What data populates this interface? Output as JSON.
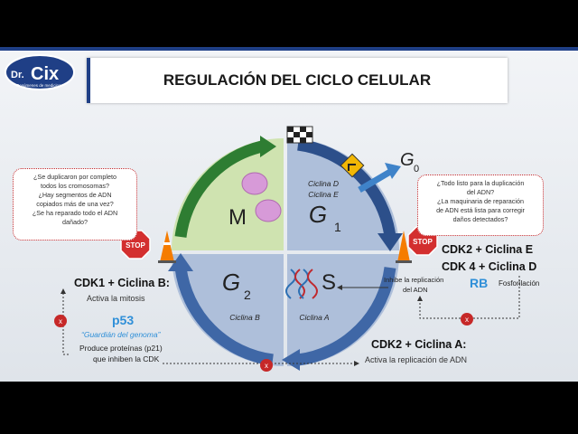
{
  "logo": {
    "text": "Cix",
    "prefix": "Dr.",
    "tagline": "Resúmenes de medicina"
  },
  "title": "REGULACIÓN DEL CICLO CELULAR",
  "phases": {
    "m": "M",
    "g1_main": "G",
    "g1_sub": "1",
    "s": "S",
    "g2_main": "G",
    "g2_sub": "2"
  },
  "cyclins": {
    "g1_line1": "Ciclina D",
    "g1_line2": "Ciclina E",
    "s": "Ciclina A",
    "g2": "Ciclina B"
  },
  "g0": {
    "main": "G",
    "sub": "0"
  },
  "left_question": [
    "¿Se duplicaron por completo",
    "todos los cromosomas?",
    "¿Hay segmentos de ADN",
    "copiados más de una vez?",
    "¿Se ha reparado todo el ADN",
    "dañado?"
  ],
  "right_question": [
    "¿Todo listo para la duplicación",
    "del ADN?",
    "¿La maquinaria de reparación",
    "de ADN está lista para corregir",
    "daños detectados?"
  ],
  "stop_label": "STOP",
  "cdk1": {
    "title": "CDK1 + Ciclina B:",
    "sub": "Activa la mitosis"
  },
  "p53": {
    "name": "p53",
    "quote": "“Guardián del genoma”",
    "line1": "Produce proteínas (p21)",
    "line2": "que inhiben la CDK"
  },
  "cdk_right": {
    "line1": "CDK2 + Ciclina E",
    "line2": "CDK 4 + Ciclina D"
  },
  "rb": {
    "name": "RB",
    "phos": "Fosforilación",
    "inhibit1": "Inhibe la replicación",
    "inhibit2": "del ADN"
  },
  "cdk2a": {
    "title": "CDK2 + Ciclina A:",
    "sub": "Activa la replicación de ADN"
  },
  "x_mark": "x",
  "colors": {
    "title_bar": "#1f3f86",
    "arrow_blue": "#3f67a6",
    "arrow_green": "#2e7d32",
    "m_fill": "#cfe3b0",
    "quad_blue": "#aebfda",
    "p53_blue": "#2f8fd8",
    "stop_red": "#d32f2f"
  }
}
